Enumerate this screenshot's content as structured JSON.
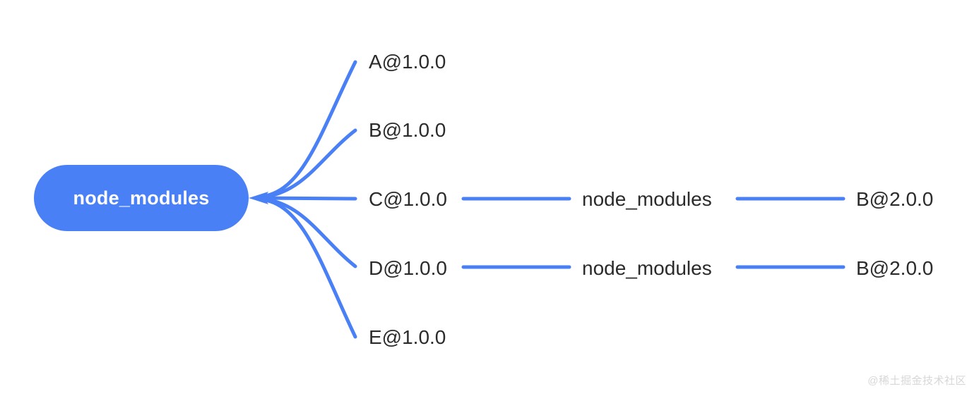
{
  "diagram": {
    "type": "dependency-tree",
    "title_node": "node_modules",
    "background_color": "#ffffff",
    "edge_color": "#4a80f5",
    "accent_color": "#4a80f5",
    "label_color": "#2b2b2b",
    "root": {
      "label": "node_modules",
      "shape": "rounded-pill",
      "fill": "#4a80f5",
      "text_color": "#ffffff"
    },
    "branches": [
      {
        "id": "a",
        "label": "A@1.0.0",
        "children": []
      },
      {
        "id": "b",
        "label": "B@1.0.0",
        "children": []
      },
      {
        "id": "c",
        "label": "C@1.0.0",
        "children": [
          {
            "label": "node_modules",
            "children": [
              {
                "label": "B@2.0.0"
              }
            ]
          }
        ]
      },
      {
        "id": "d",
        "label": "D@1.0.0",
        "children": [
          {
            "label": "node_modules",
            "children": [
              {
                "label": "B@2.0.0"
              }
            ]
          }
        ]
      },
      {
        "id": "e",
        "label": "E@1.0.0",
        "children": []
      }
    ],
    "nested": {
      "row_c": {
        "nm_label": "node_modules",
        "leaf_label": "B@2.0.0"
      },
      "row_d": {
        "nm_label": "node_modules",
        "leaf_label": "B@2.0.0"
      }
    }
  },
  "watermark": {
    "text": "@稀土掘金技术社区"
  }
}
